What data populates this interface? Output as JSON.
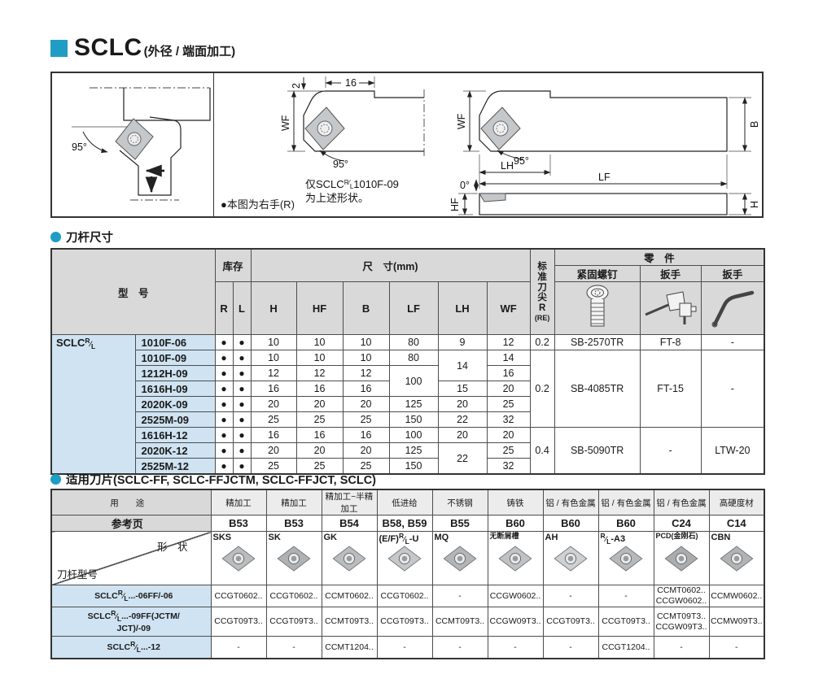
{
  "accent_color": "#1f9dc5",
  "rl": {
    "sup": "R",
    "sep": "⁄",
    "sub": "L"
  },
  "header": {
    "title": "SCLC",
    "subtitle": "(外径 / 端面加工)"
  },
  "diagram": {
    "left_note": "●本图为右手(R)",
    "mid_note1": "仅SCLC",
    "mid_note1b": "1010F-09",
    "mid_note2": "为上述形状。",
    "labels": {
      "angle95": "95°",
      "deg0": "0°",
      "d2": "2",
      "d16": "16",
      "wf": "WF",
      "lh": "LH",
      "lf": "LF",
      "b": "B",
      "h": "H",
      "hf": "HF"
    }
  },
  "section1": {
    "title": "刀杆尺寸"
  },
  "section2": {
    "title": "适用刀片(SCLC-FF, SCLC-FFJCTM, SCLC-FFJCT, SCLC)"
  },
  "table1": {
    "col_model": "型　号",
    "col_stock": "库存",
    "col_dims": "尺　寸(mm)",
    "col_r": "R",
    "col_l": "L",
    "dim_headers": [
      "H",
      "HF",
      "B",
      "LF",
      "LH",
      "WF"
    ],
    "re_header": [
      "标",
      "准",
      "刀",
      "尖",
      "R",
      "(RE)"
    ],
    "col_parts": "零　件",
    "col_screw": "紧固螺钉",
    "col_wrench1": "扳手",
    "col_wrench2": "扳手",
    "prefix": "SCLC",
    "rows": [
      {
        "model": "1010F-06",
        "r": "●",
        "l": "●",
        "h": "10",
        "hf": "10",
        "b": "10",
        "lf": "80",
        "lh": "9",
        "wf": "12",
        "re": "0.2",
        "screw": "SB-2570TR",
        "wrench1": "FT-8",
        "wrench2": "-"
      },
      {
        "model": "1010F-09",
        "r": "●",
        "l": "●",
        "h": "10",
        "hf": "10",
        "b": "10",
        "lf": "80",
        "lh": "14",
        "wf": "14",
        "re": "0.2",
        "screw": "SB-4085TR",
        "wrench1": "FT-15",
        "wrench2": "-"
      },
      {
        "model": "1212H-09",
        "r": "●",
        "l": "●",
        "h": "12",
        "hf": "12",
        "b": "12",
        "lf": "100",
        "wf": "16"
      },
      {
        "model": "1616H-09",
        "r": "●",
        "l": "●",
        "h": "16",
        "hf": "16",
        "b": "16",
        "lh": "15",
        "wf": "20"
      },
      {
        "model": "2020K-09",
        "r": "●",
        "l": "●",
        "h": "20",
        "hf": "20",
        "b": "20",
        "lf": "125",
        "lh": "20",
        "wf": "25"
      },
      {
        "model": "2525M-09",
        "r": "●",
        "l": "●",
        "h": "25",
        "hf": "25",
        "b": "25",
        "lf": "150",
        "lh": "22",
        "wf": "32"
      },
      {
        "model": "1616H-12",
        "r": "●",
        "l": "●",
        "h": "16",
        "hf": "16",
        "b": "16",
        "lf": "100",
        "lh": "20",
        "wf": "20",
        "re": "0.4",
        "screw": "SB-5090TR",
        "wrench1": "-",
        "wrench2": "LTW-20"
      },
      {
        "model": "2020K-12",
        "r": "●",
        "l": "●",
        "h": "20",
        "hf": "20",
        "b": "20",
        "lf": "125",
        "lh": "22",
        "wf": "25"
      },
      {
        "model": "2525M-12",
        "r": "●",
        "l": "●",
        "h": "25",
        "hf": "25",
        "b": "25",
        "lf": "150",
        "wf": "32"
      }
    ]
  },
  "table2": {
    "use_label": "用　　途",
    "page_label": "参考页",
    "shape_label": "形　状",
    "holder_label": "刀杆型号",
    "uses": [
      "精加工",
      "精加工",
      "精加工~半精加工",
      "低进给",
      "不锈钢",
      "铸铁",
      "铝 / 有色金属",
      "铝 / 有色金属",
      "铝 / 有色金属",
      "高硬度材"
    ],
    "pages": [
      "B53",
      "B53",
      "B54",
      "B58, B59",
      "B55",
      "B60",
      "B60",
      "B60",
      "C24",
      "C14"
    ],
    "grades": [
      {
        "pre": "SKS"
      },
      {
        "pre": "SK"
      },
      {
        "pre": "GK"
      },
      {
        "pre": "(E/F)",
        "post": "-U"
      },
      {
        "pre": "MQ"
      },
      {
        "pre": "无断屑槽"
      },
      {
        "pre": "AH"
      },
      {
        "pre": "",
        "post": "-A3"
      },
      {
        "pre": "PCD(金刚石)"
      },
      {
        "pre": "CBN"
      }
    ],
    "rows": [
      {
        "label_pre": "SCLC",
        "label_post": "...-06FF/-06",
        "cells": [
          "CCGT0602..",
          "CCGT0602..",
          "CCMT0602..",
          "CCGT0602..",
          "-",
          "CCGW0602..",
          "-",
          "-",
          "CCMT0602..\nCCGW0602..",
          "CCMW0602.."
        ]
      },
      {
        "label_pre": "SCLC",
        "label_post": "...-09FF(JCTM/\nJCT)/-09",
        "cells": [
          "CCGT09T3..",
          "CCGT09T3..",
          "CCMT09T3..",
          "CCGT09T3..",
          "CCMT09T3..",
          "CCGW09T3..",
          "CCGT09T3..",
          "CCGT09T3..",
          "CCMT09T3..\nCCGW09T3..",
          "CCMW09T3.."
        ]
      },
      {
        "label_pre": "SCLC",
        "label_post": "...-12",
        "cells": [
          "-",
          "-",
          "CCMT1204..",
          "-",
          "-",
          "-",
          "-",
          "CCGT1204..",
          "-",
          "-"
        ]
      }
    ]
  }
}
